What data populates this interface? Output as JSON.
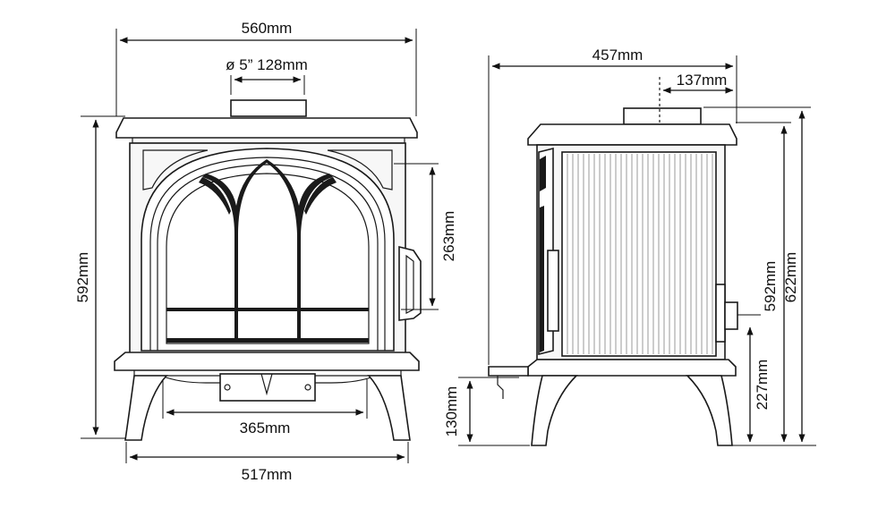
{
  "dimensions": {
    "front_width": "560mm",
    "flue_diameter": "ø 5” 128mm",
    "front_height": "592mm",
    "door_height": "263mm",
    "inner_leg_span": "365mm",
    "outer_leg_span": "517mm",
    "side_depth": "457mm",
    "flue_offset": "137mm",
    "leg_height": "130mm",
    "side_height_body": "592mm",
    "side_height_total": "622mm",
    "flue_center_height": "227mm"
  },
  "colors": {
    "line": "#1a1a1a",
    "background": "#ffffff"
  }
}
